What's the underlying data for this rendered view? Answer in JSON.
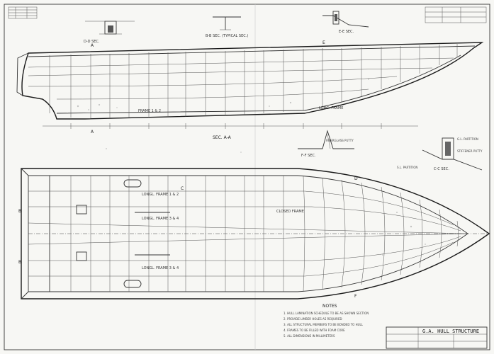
{
  "drawing": {
    "title_block": {
      "title": "G.A. HULL STRUCTURE"
    },
    "section_labels": {
      "sec_aa": "SEC. A-A",
      "ee_sec": "E-E SEC.",
      "ff_sec": "F-F SEC.",
      "cc_sec": "C-C SEC.",
      "dd_sec": "D-D SEC.",
      "bb_sec": "B-B SEC. (TYPICAL SEC.)"
    },
    "callouts": [
      "FRAME 1 & 2",
      "LONG. FRAME",
      "CLOSED FRAME",
      "LONGL. FRAME 1 & 2",
      "LONGL. FRAME 3 & 4",
      "STIFFENER PUTTY",
      "FIBERGLASS PUTTY",
      "G.L. PARTITION",
      "S.L. PARTITION"
    ],
    "section_marks": [
      "A",
      "A",
      "B",
      "B",
      "C",
      "D",
      "E",
      "F"
    ],
    "notes_heading": "NOTES",
    "notes": [
      "1. HULL LAMINATION SCHEDULE TO BE AS SHOWN SECTION",
      "2. PROVIDE LIMBER HOLES AS REQUIRED",
      "3. ALL STRUCTURAL MEMBERS TO BE BONDED TO HULL",
      "4. FRAMES TO BE FILLED WITH FOAM CORE",
      "5. ALL DIMENSIONS IN MILLIMETERS"
    ]
  },
  "colors": {
    "ink": "#2a2a2a",
    "paper": "#f7f7f4"
  }
}
